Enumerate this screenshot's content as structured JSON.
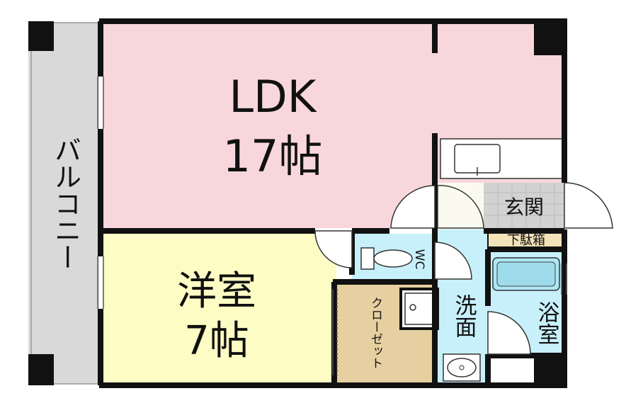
{
  "rooms": {
    "ldk": {
      "name": "LDK",
      "size": "17帖"
    },
    "western": {
      "name": "洋室",
      "size": "7帖"
    },
    "closet": "クローゼット",
    "balcony": "バルコニー",
    "entrance": "玄関",
    "shoe_box": "下駄箱",
    "wc": "WC",
    "washroom": "洗面",
    "bathroom": "浴室"
  },
  "colors": {
    "ldk": "#f8d7dc",
    "western": "#fcfcc4",
    "closet": "#e6cfa0",
    "wet": "#c8f0fa",
    "entrance": "#d2d2d2",
    "shoe_box": "#f2e2b8",
    "balcony": "#d9d9d9",
    "wall": "#111111"
  }
}
